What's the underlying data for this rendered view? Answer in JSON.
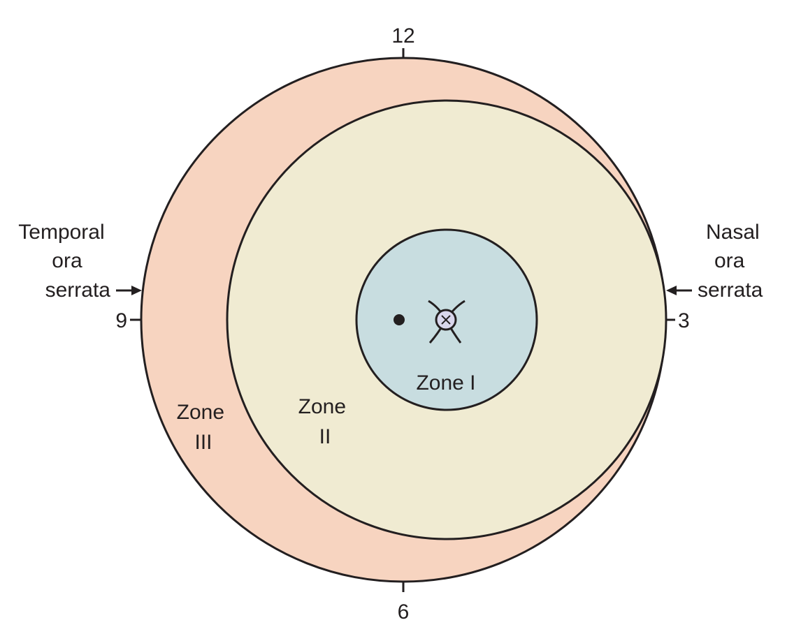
{
  "colors": {
    "zone_3_fill": "#f7d4c0",
    "zone_2_fill": "#f0ebd2",
    "zone_1_fill": "#c8dde0",
    "outline": "#231f20",
    "background": "#ffffff"
  },
  "clock_positions": {
    "twelve": "12",
    "three": "3",
    "six": "6",
    "nine": "9"
  },
  "zones": {
    "zone_1": "Zone I",
    "zone_2": {
      "line1": "Zone",
      "line2": "II"
    },
    "zone_3": {
      "line1": "Zone",
      "line2": "III"
    }
  },
  "temporal_label": {
    "line1": "Temporal",
    "line2": "ora",
    "line3": "serrata"
  },
  "nasal_label": {
    "line1": "Nasal",
    "line2": "ora",
    "line3": "serrata"
  },
  "icons": {
    "macula": "macula-dot-icon",
    "optic_disc": "optic-disc-icon",
    "arrow": "arrow-right-icon"
  }
}
